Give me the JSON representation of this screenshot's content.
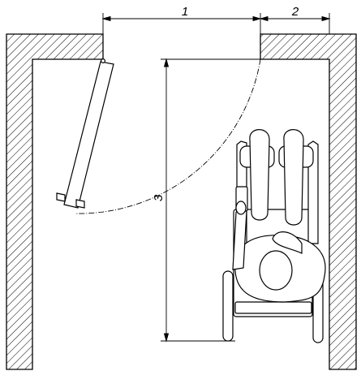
{
  "diagram": {
    "dimension_labels": {
      "d1": "1",
      "d2": "2",
      "d3": "3"
    }
  },
  "colors": {
    "line": "#000000",
    "background": "#ffffff"
  }
}
